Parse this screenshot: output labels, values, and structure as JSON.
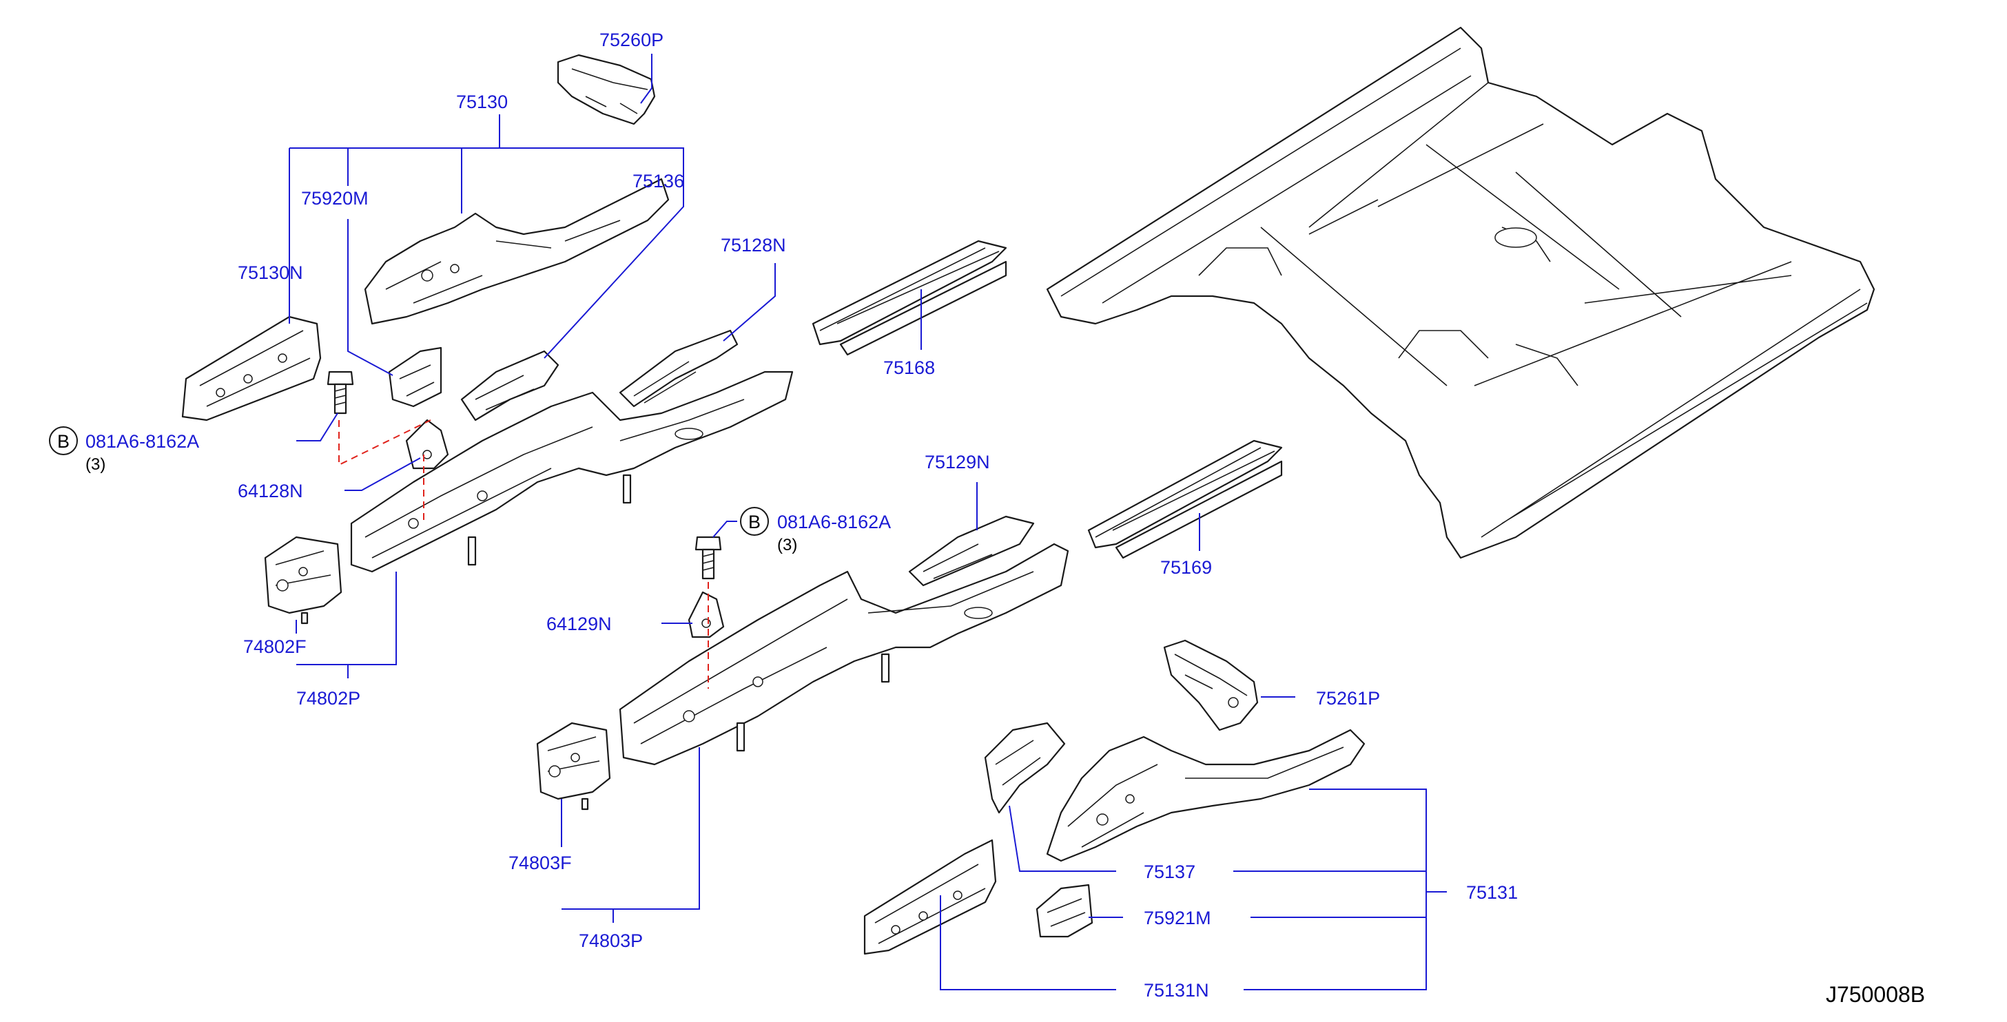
{
  "diagram_code": "J750008B",
  "parts": {
    "p75260P": "75260P",
    "p75130": "75130",
    "p75920M": "75920M",
    "p75136": "75136",
    "p75130N": "75130N",
    "p75128N": "75128N",
    "p75168": "75168",
    "bolt_top": "081A6-8162A",
    "bolt_top_qty": "(3)",
    "p64128N": "64128N",
    "p74802F": "74802F",
    "p74802P": "74802P",
    "p75129N": "75129N",
    "bolt_mid": "081A6-8162A",
    "bolt_mid_qty": "(3)",
    "p75169": "75169",
    "p64129N": "64129N",
    "p75261P": "75261P",
    "p74803F": "74803F",
    "p74803P": "74803P",
    "p75137": "75137",
    "p75131": "75131",
    "p75921M": "75921M",
    "p75131N": "75131N"
  },
  "callout_letter": "B"
}
